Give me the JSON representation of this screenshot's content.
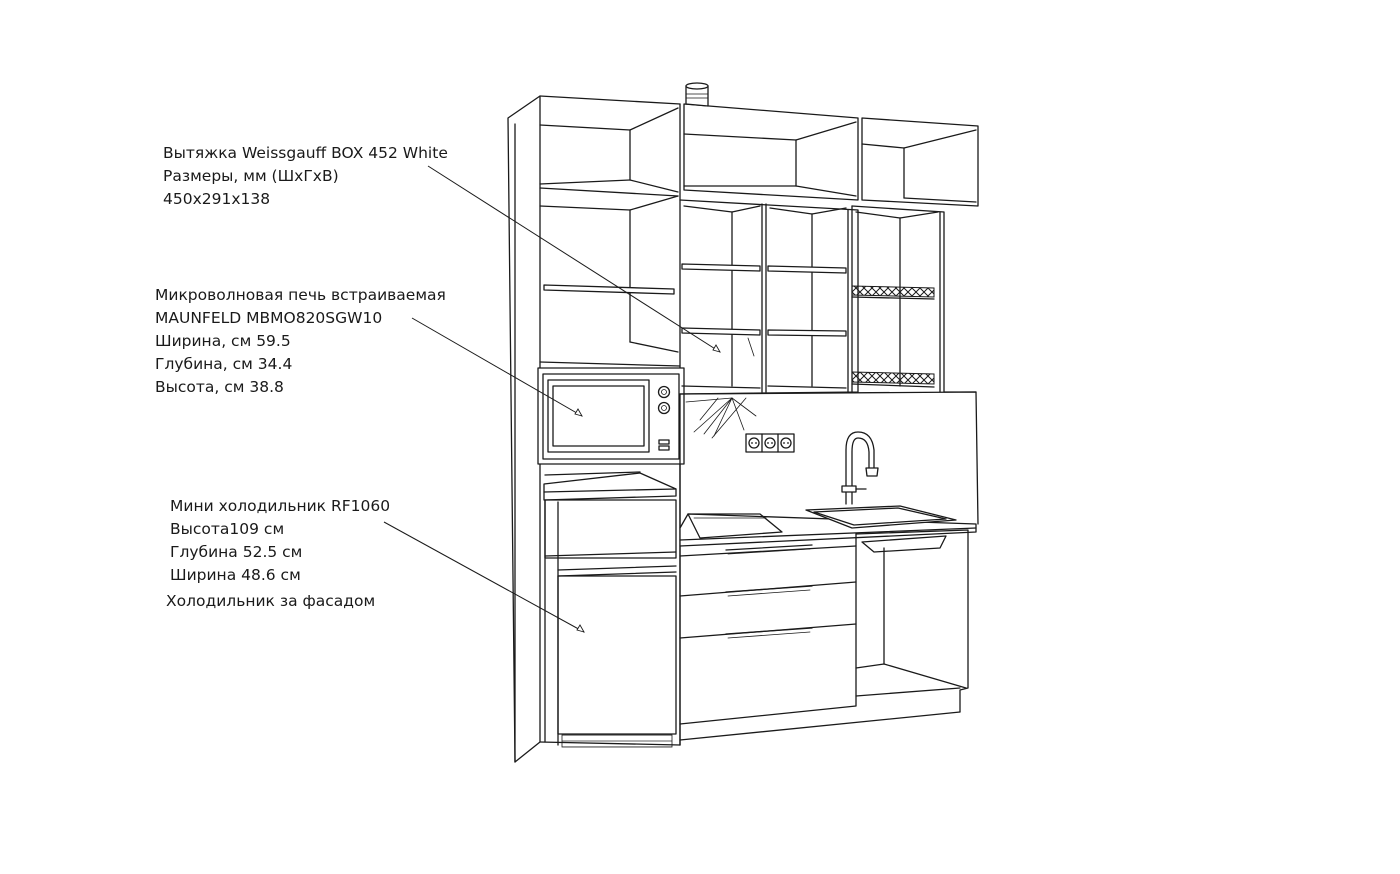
{
  "callouts": {
    "hood": {
      "line1": "Вытяжка Weissgauff BOX 452 White",
      "line2": "Размеры, мм (ШхГхВ)",
      "line3": "450х291х138"
    },
    "microwave": {
      "line1": "Микроволновая печь встраиваемая",
      "line2": "MAUNFELD MBMO820SGW10",
      "line3": "Ширина, см 59.5",
      "line4": "Глубина, см 34.4",
      "line5": "Высота, см 38.8"
    },
    "fridge": {
      "line1": "Мини холодильник RF1060",
      "line2": "Высота109 см",
      "line3": "Глубина 52.5 см",
      "line4": "Ширина 48.6 см",
      "note": "Холодильник за фасадом"
    }
  },
  "colors": {
    "stroke": "#1a1a1a",
    "background": "#ffffff"
  }
}
